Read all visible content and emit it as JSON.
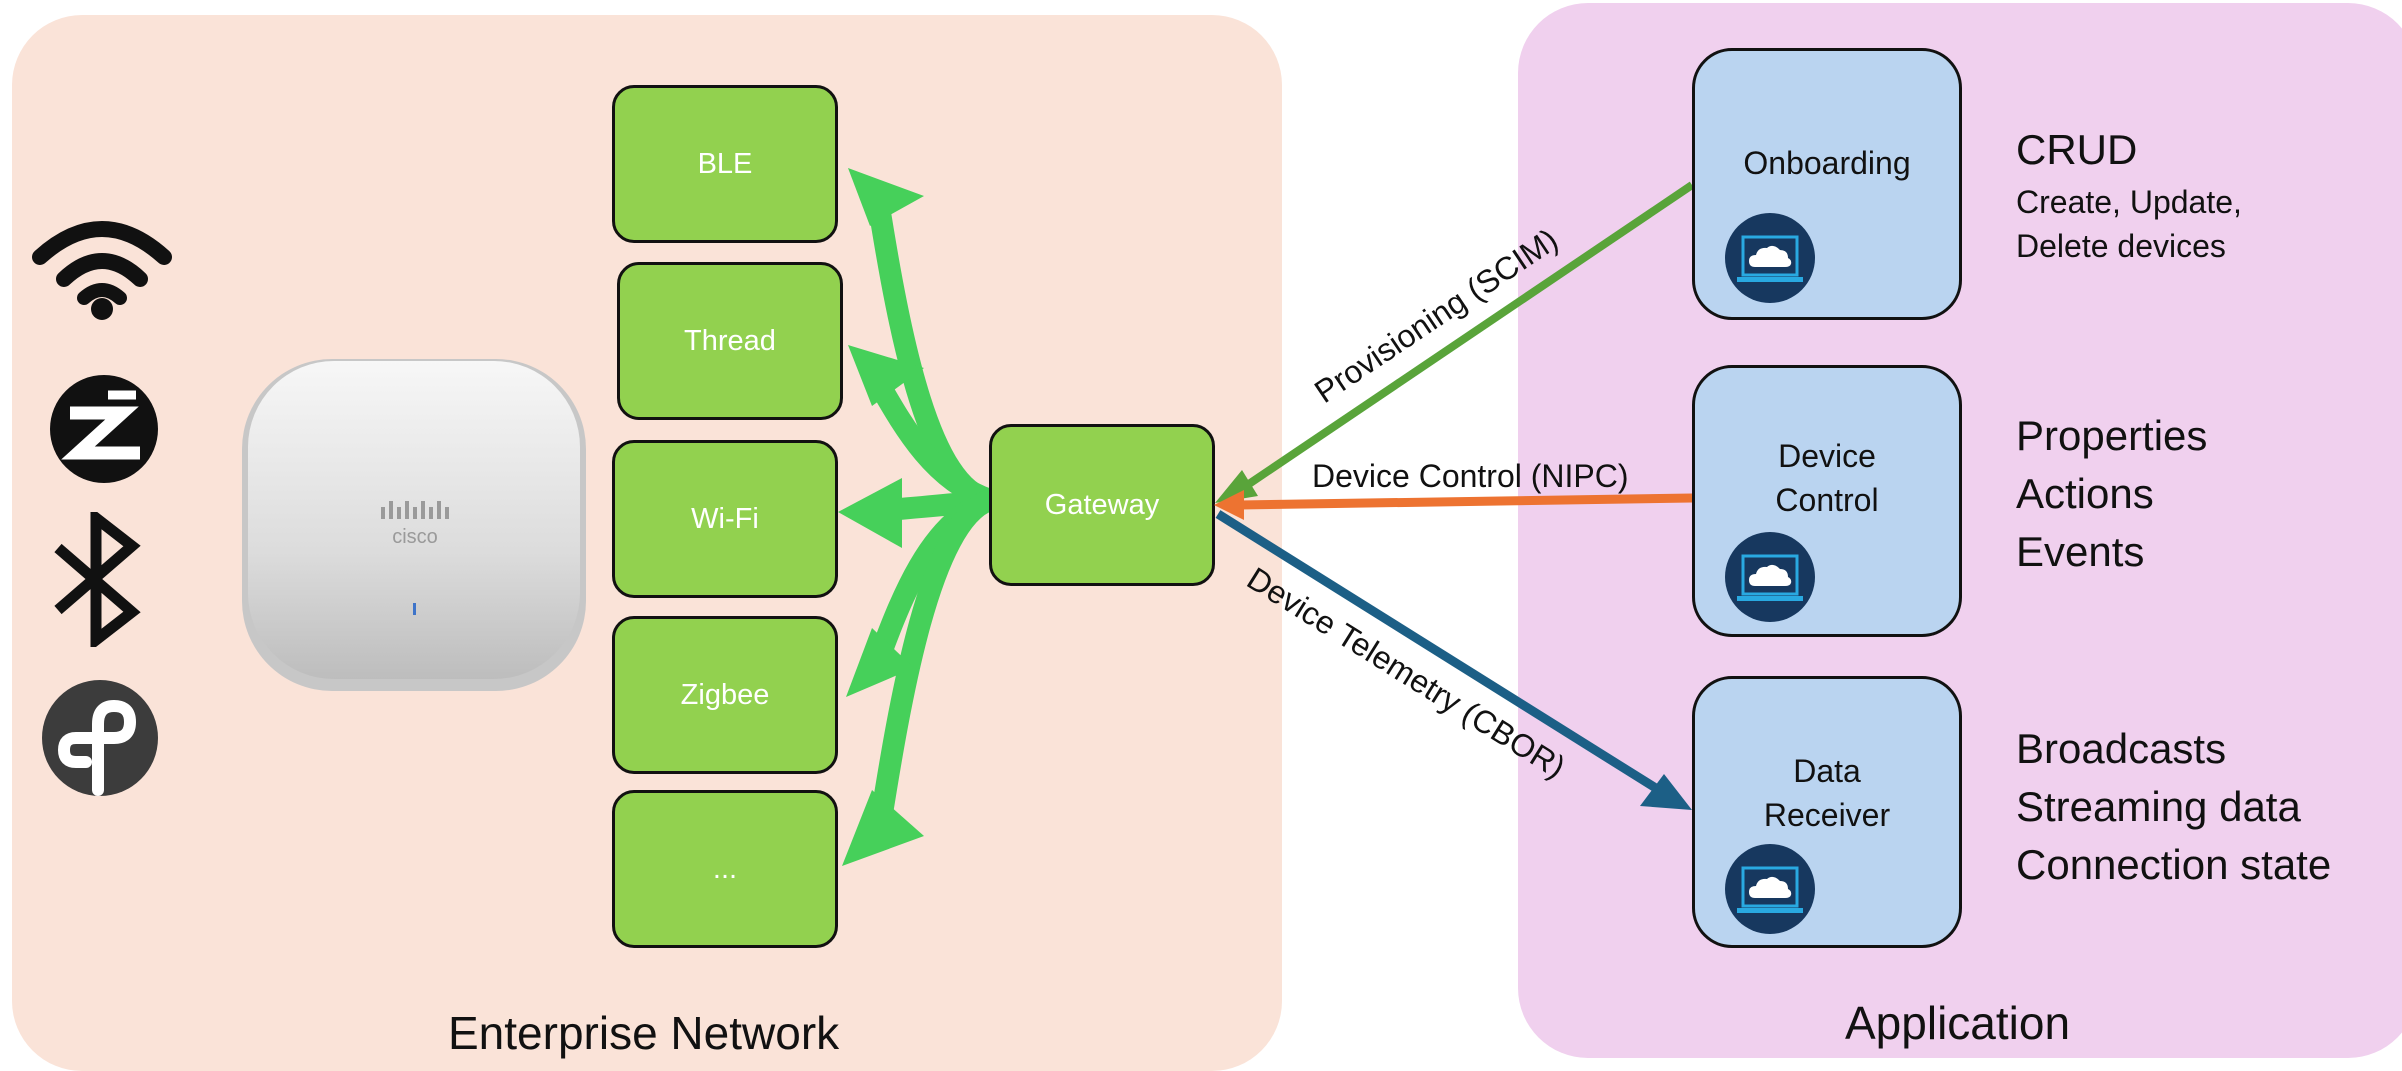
{
  "regions": {
    "enterprise": "Enterprise Network",
    "application": "Application"
  },
  "access_point": {
    "brand": "cisco"
  },
  "protocol_icons": [
    "wifi-icon",
    "zwave-icon",
    "bluetooth-icon",
    "thread-icon"
  ],
  "protocols": [
    "BLE",
    "Thread",
    "Wi-Fi",
    "Zigbee",
    "..."
  ],
  "gateway": "Gateway",
  "connections": {
    "provisioning": "Provisioning (SCIM)",
    "control": "Device Control (NIPC)",
    "telemetry": "Device Telemetry (CBOR)"
  },
  "app_services": {
    "onboarding": "Onboarding",
    "device_control_1": "Device",
    "device_control_2": "Control",
    "data_receiver_1": "Data",
    "data_receiver_2": "Receiver"
  },
  "features": {
    "crud_title": "CRUD",
    "crud_line1": "Create, Update,",
    "crud_line2": "Delete devices",
    "control_1": "Properties",
    "control_2": "Actions",
    "control_3": "Events",
    "data_1": "Broadcasts",
    "data_2": "Streaming data",
    "data_3": "Connection state"
  },
  "colors": {
    "enterprise_bg": "#fae3d8",
    "application_bg": "#f0d0ee",
    "protocol_box": "#92d14f",
    "fanout_arrows": "#46d05a",
    "provisioning_line": "#59a43a",
    "control_line": "#ed7331",
    "telemetry_line": "#1c5f86",
    "service_box": "#bad4f0",
    "cloud_badge": "#17385f"
  }
}
